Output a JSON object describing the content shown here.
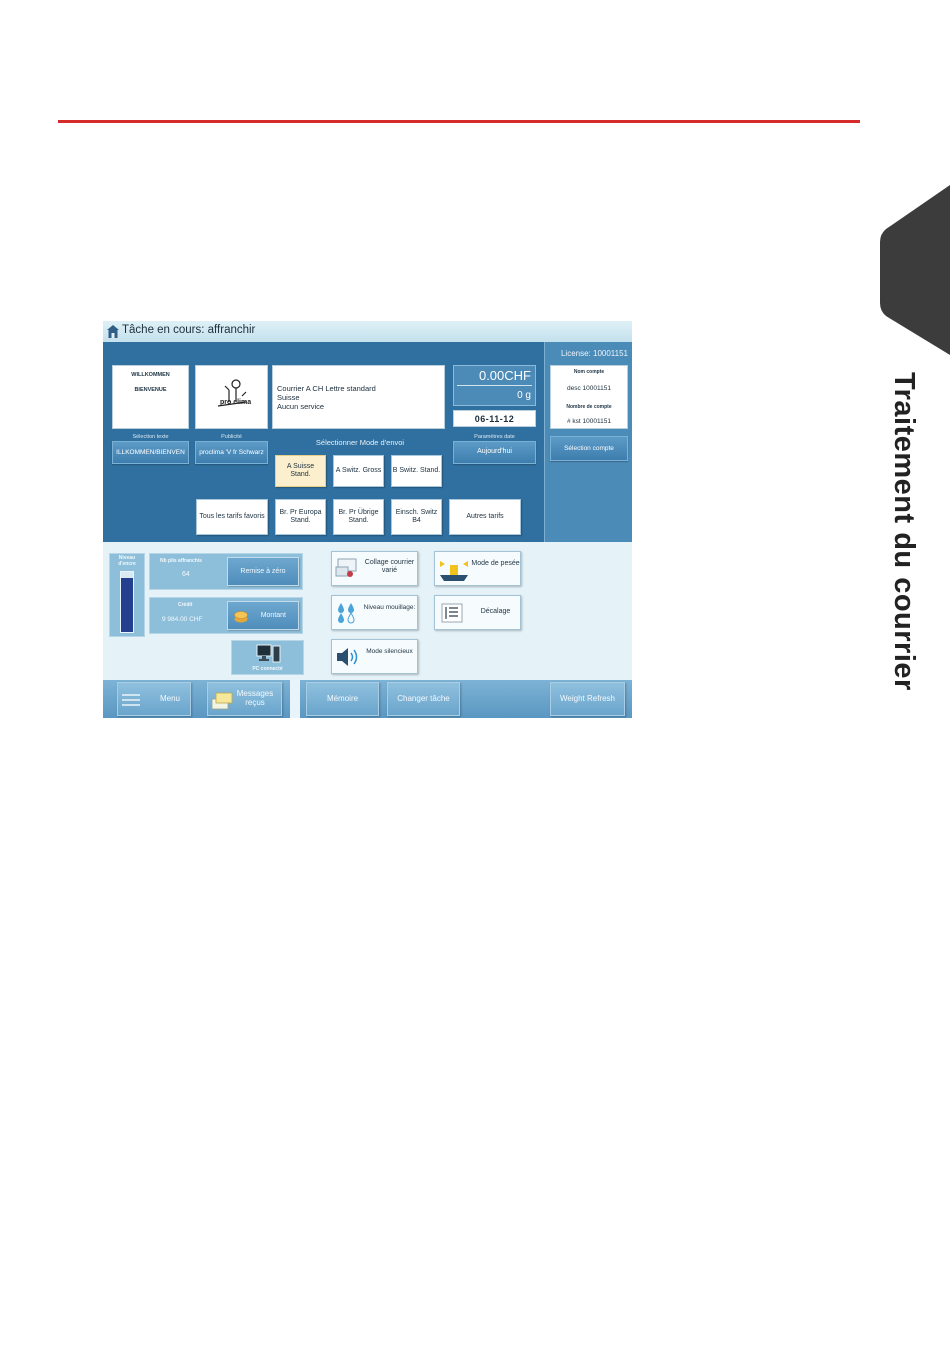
{
  "page": {
    "side_title": "Traitement du courrier",
    "accent_color": "#d62b2b"
  },
  "screen": {
    "title": "Tâche en cours: affranchir",
    "license": "License: 10001151",
    "message_card": {
      "line1": "WILLKOMMEN",
      "line2": "BIENVENUE"
    },
    "logo_text": "pro clima",
    "mail_info": {
      "line1": "Courrier A CH Lettre standard",
      "line2": "Suisse",
      "line3": "Aucun service"
    },
    "amount": "0.00CHF",
    "weight": "0 g",
    "date": "06-11-12",
    "account_card": {
      "name_label": "Nom compte",
      "name_value": "desc 10001151",
      "number_label": "Nombre de compte",
      "number_value": "# kst 10001151"
    },
    "text_selection": {
      "label": "Sélection texte",
      "value": "ILLKOMMEN/BIENVEN"
    },
    "advert": {
      "label": "Publicité",
      "value": "proclima 'V fr Schwarz"
    },
    "mode_title": "Sélectionner Mode d'envoi",
    "modes": [
      {
        "label": "A Suisse Stand."
      },
      {
        "label": "A Switz. Gross"
      },
      {
        "label": "B Switz. Stand."
      }
    ],
    "date_params": {
      "label": "Paramètres date",
      "value": "Aujourd'hui"
    },
    "account_select": "Sélection compte",
    "tariffs": [
      {
        "label": "Tous les tarifs favoris"
      },
      {
        "label": "Br. Pr Europa Stand."
      },
      {
        "label": "Br. Pr Übrige Stand."
      },
      {
        "label": "Einsch. Switz B4"
      },
      {
        "label": "Autres tarifs"
      }
    ],
    "ink_level": {
      "label": "Niveau d'encre",
      "fill_fraction": 0.9
    },
    "counter": {
      "label": "Nb plis affranchis",
      "value": "64",
      "button": "Remise à zéro"
    },
    "credit": {
      "label": "Crédit",
      "value": "9 984.00 CHF",
      "button": "Montant"
    },
    "pc_status": "PC connecté",
    "tiles": {
      "collage": "Collage courrier varié",
      "weigh_mode": "Mode de pesée",
      "wetting": "Niveau mouillage:",
      "offset": "Décalage",
      "silent": "Mode silencieux"
    },
    "bottom": {
      "menu": "Menu",
      "messages": "Messages reçus",
      "memory": "Mémoire",
      "change_task": "Changer tâche",
      "weight_refresh": "Weight Refresh"
    }
  }
}
